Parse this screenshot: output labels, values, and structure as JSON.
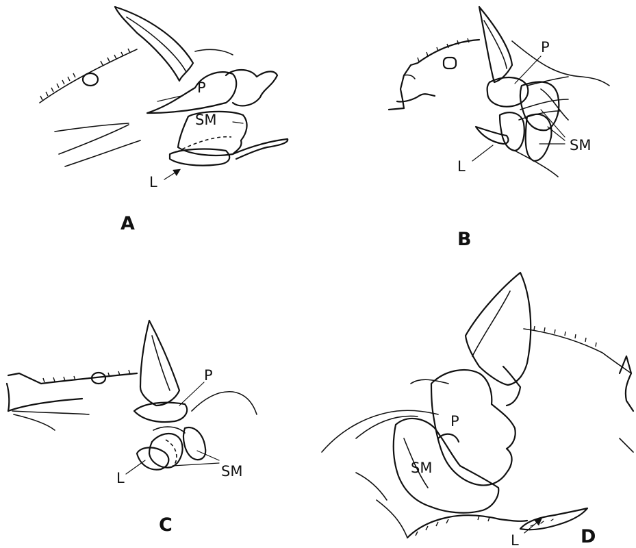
{
  "panels": [
    {
      "id": "A",
      "label": "A",
      "parts": {
        "P": "P",
        "SM": "SM",
        "L": "L"
      }
    },
    {
      "id": "B",
      "label": "B",
      "parts": {
        "P": "P",
        "SM": "SM",
        "L": "L"
      }
    },
    {
      "id": "C",
      "label": "C",
      "parts": {
        "P": "P",
        "SM": "SM",
        "L": "L"
      }
    },
    {
      "id": "D",
      "label": "D",
      "parts": {
        "P": "P",
        "SM": "SM",
        "L": "L"
      }
    }
  ]
}
